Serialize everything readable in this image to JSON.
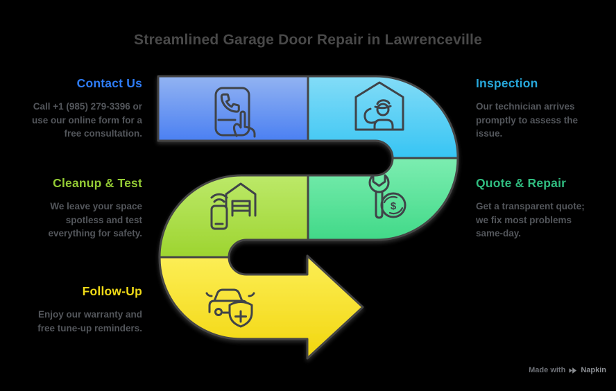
{
  "title": "Streamlined Garage Door Repair in Lawrenceville",
  "steps": [
    {
      "id": "contact-us",
      "label": "Contact Us",
      "description": "Call +1 (985) 279-3396 or use our online form for a free consultation.",
      "accent_color": "#2e7cf6",
      "segment_colors": [
        "#92b3f2",
        "#4b80f2"
      ],
      "icon": "phone-call-icon"
    },
    {
      "id": "inspection",
      "label": "Inspection",
      "description": "Our technician arrives promptly to assess the issue.",
      "accent_color": "#27a7da",
      "segment_colors": [
        "#83dcf7",
        "#32c3f3"
      ],
      "icon": "technician-house-icon"
    },
    {
      "id": "quote-repair",
      "label": "Quote & Repair",
      "description": "Get a transparent quote; we fix most problems same-day.",
      "accent_color": "#30bd80",
      "segment_colors": [
        "#7eeeb2",
        "#41d988"
      ],
      "icon": "wrench-dollar-icon"
    },
    {
      "id": "cleanup-test",
      "label": "Cleanup & Test",
      "description": "We leave your space spotless and test everything for safety.",
      "accent_color": "#94cb35",
      "segment_colors": [
        "#bce969",
        "#9dd42f"
      ],
      "icon": "remote-garage-icon"
    },
    {
      "id": "follow-up",
      "label": "Follow-Up",
      "description": "Enjoy our warranty and free tune-up reminders.",
      "accent_color": "#eed917",
      "segment_colors": [
        "#fcee56",
        "#f3d814"
      ],
      "icon": "car-shield-icon"
    }
  ],
  "icons": {
    "dollar_symbol": "$"
  },
  "footer": {
    "made_with": "Made with",
    "brand": "Napkin"
  },
  "background_color": "#000000",
  "body_text_color": "#53565b",
  "title_color": "#494949"
}
